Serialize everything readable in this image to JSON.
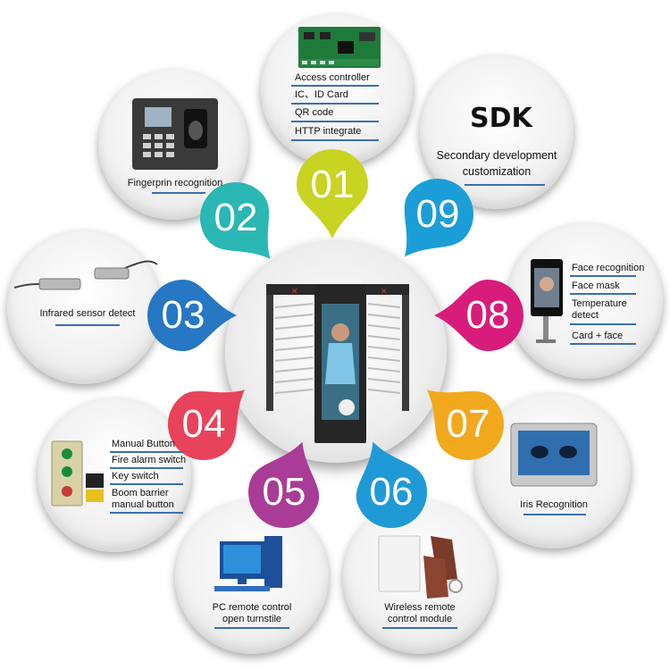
{
  "hub": {
    "product": "full-height-turnstile"
  },
  "features": [
    {
      "number": "01",
      "color": "#c9d321",
      "lines": [
        "Access controller",
        "IC、ID Card",
        "QR code",
        "HTTP integrate"
      ]
    },
    {
      "number": "02",
      "color": "#2bb7b3",
      "lines": [
        "Fingerprin recognition"
      ]
    },
    {
      "number": "03",
      "color": "#2677c4",
      "lines": [
        "Infrared sensor detect"
      ]
    },
    {
      "number": "04",
      "color": "#e8435b",
      "lines": [
        "Manual Button",
        "Fire alarm switch",
        "Key switch",
        "Boom barrier",
        "manual button"
      ]
    },
    {
      "number": "05",
      "color": "#a93c96",
      "lines": [
        "PC remote control",
        "open turnstile"
      ]
    },
    {
      "number": "06",
      "color": "#1f9ad6",
      "lines": [
        "Wireless remote",
        "control module"
      ]
    },
    {
      "number": "07",
      "color": "#f2a81d",
      "lines": [
        "Iris Recognition"
      ]
    },
    {
      "number": "08",
      "color": "#d81c7c",
      "lines": [
        "Face recognition",
        "Face mask",
        "Temperature",
        "detect",
        "Card + face"
      ]
    },
    {
      "number": "09",
      "color": "#1b9ed8",
      "lines": [
        "SDK",
        "Secondary development",
        "customization"
      ]
    }
  ]
}
